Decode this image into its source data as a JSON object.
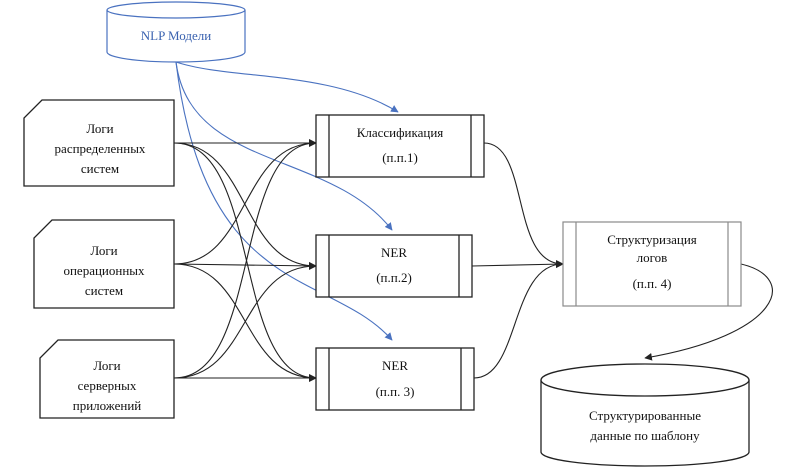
{
  "nodes": {
    "nlp_models": {
      "label": "NLP Модели"
    },
    "logs_distributed": {
      "lines": [
        "Логи",
        "распределенных",
        "систем"
      ]
    },
    "logs_os": {
      "lines": [
        "Логи",
        "операционных",
        "систем"
      ]
    },
    "logs_server": {
      "lines": [
        "Логи",
        "серверных",
        "приложений"
      ]
    },
    "classification": {
      "title": "Классификация",
      "sub": "(п.п.1)"
    },
    "ner_2": {
      "title": "NER",
      "sub": "(п.п.2)"
    },
    "ner_3": {
      "title": "NER",
      "sub": "(п.п. 3)"
    },
    "structuring": {
      "lines": [
        "Структуризация",
        "логов"
      ],
      "sub": "(п.п. 4)"
    },
    "structured_data": {
      "lines": [
        "Структурированные",
        "данные по шаблону"
      ]
    }
  },
  "colors": {
    "line": "#222222",
    "accent_blue": "#4a72c0",
    "grey_box": "#8a8a8a"
  }
}
